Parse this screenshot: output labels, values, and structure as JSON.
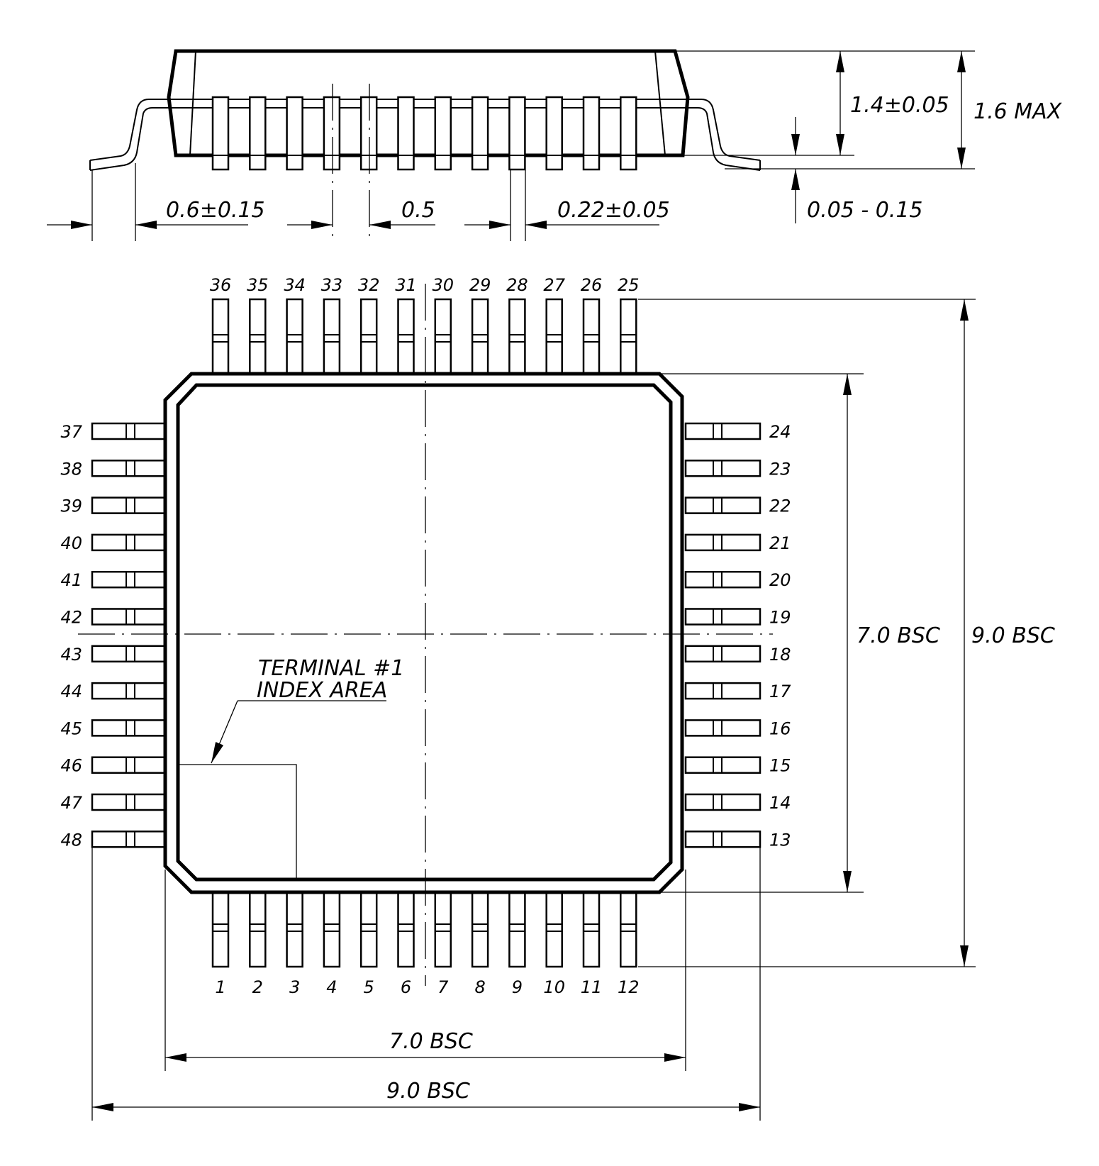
{
  "side_view": {
    "dim_lead_length": "0.6±0.15",
    "dim_pitch": "0.5",
    "dim_lead_width": "0.22±0.05",
    "dim_body_thickness": "1.4±0.05",
    "dim_max_height": "1.6 MAX",
    "dim_standoff": "0.05 - 0.15"
  },
  "top_view": {
    "pins_bottom": [
      "1",
      "2",
      "3",
      "4",
      "5",
      "6",
      "7",
      "8",
      "9",
      "10",
      "11",
      "12"
    ],
    "pins_right": [
      "13",
      "14",
      "15",
      "16",
      "17",
      "18",
      "19",
      "20",
      "21",
      "22",
      "23",
      "24"
    ],
    "pins_top": [
      "25",
      "26",
      "27",
      "28",
      "29",
      "30",
      "31",
      "32",
      "33",
      "34",
      "35",
      "36"
    ],
    "pins_left": [
      "37",
      "38",
      "39",
      "40",
      "41",
      "42",
      "43",
      "44",
      "45",
      "46",
      "47",
      "48"
    ],
    "index_label_line1": "TERMINAL #1",
    "index_label_line2": "INDEX AREA",
    "dim_body_width": "7.0 BSC",
    "dim_total_width": "9.0 BSC",
    "dim_body_height": "7.0 BSC",
    "dim_total_height": "9.0 BSC"
  }
}
